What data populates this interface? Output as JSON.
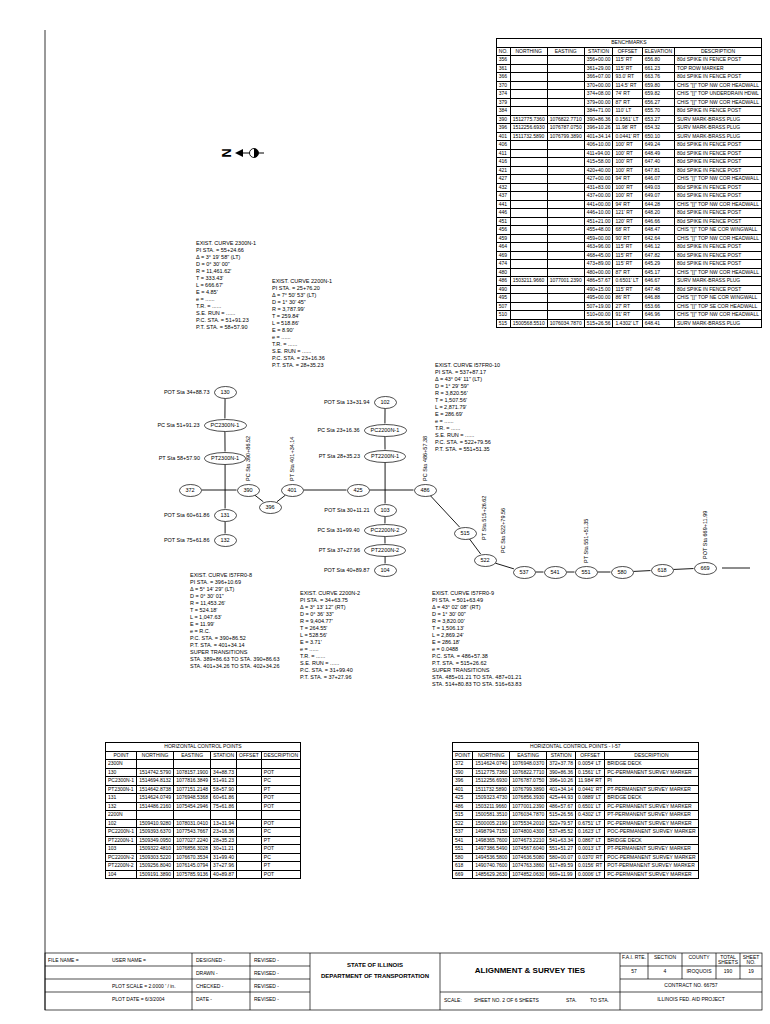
{
  "diagram": {
    "title": "ALIGNMENT & SURVEY TIES",
    "nodes": [
      {
        "text": [
          "130"
        ]
      },
      {
        "text": [
          "PC2300N-1"
        ]
      },
      {
        "text": [
          "PT2300N-1"
        ]
      },
      {
        "text": [
          "131"
        ]
      },
      {
        "text": [
          "132"
        ]
      },
      {
        "text": [
          "372"
        ]
      },
      {
        "text": [
          "390"
        ]
      },
      {
        "text": [
          "396"
        ]
      },
      {
        "text": [
          "401"
        ]
      },
      {
        "text": [
          "425"
        ]
      },
      {
        "text": [
          "486"
        ]
      },
      {
        "text": [
          "515"
        ]
      },
      {
        "text": [
          "522"
        ]
      },
      {
        "text": [
          "537"
        ]
      },
      {
        "text": [
          "541"
        ]
      },
      {
        "text": [
          "551"
        ]
      },
      {
        "text": [
          "580"
        ]
      },
      {
        "text": [
          "618"
        ]
      },
      {
        "text": [
          "669"
        ]
      },
      {
        "text": [
          "102"
        ]
      },
      {
        "text": [
          "PC2200N-1"
        ]
      },
      {
        "text": [
          "PT2200N-1"
        ]
      },
      {
        "text": [
          "103"
        ]
      },
      {
        "text": [
          "PC2200N-2"
        ]
      },
      {
        "text": [
          "PT2200N-2"
        ]
      },
      {
        "text": [
          "104"
        ]
      }
    ],
    "edges": [
      {
        "from": 0,
        "to": 1,
        "arrow": "none"
      },
      {
        "from": 1,
        "to": 2,
        "arrow": "none"
      },
      {
        "from": 2,
        "to": 3,
        "arrow": "none"
      },
      {
        "from": 3,
        "to": 4,
        "arrow": "none"
      },
      {
        "from": 5,
        "to": 6,
        "arrow": "none"
      },
      {
        "from": 6,
        "to": 7,
        "arrow": "none"
      },
      {
        "from": 7,
        "to": 8,
        "arrow": "none"
      },
      {
        "from": 8,
        "to": 9,
        "arrow": "none"
      },
      {
        "from": 9,
        "to": 10,
        "arrow": "none"
      },
      {
        "from": 10,
        "to": 11,
        "arrow": "none"
      },
      {
        "from": 11,
        "to": 12,
        "arrow": "none"
      },
      {
        "from": 12,
        "to": 13,
        "arrow": "none"
      },
      {
        "from": 13,
        "to": 14,
        "arrow": "none"
      },
      {
        "from": 14,
        "to": 15,
        "arrow": "none"
      },
      {
        "from": 15,
        "to": 16,
        "arrow": "none"
      },
      {
        "from": 16,
        "to": 17,
        "arrow": "none"
      },
      {
        "from": 17,
        "to": 18,
        "arrow": "none"
      },
      {
        "from": 19,
        "to": 20,
        "arrow": "none"
      },
      {
        "from": 20,
        "to": 21,
        "arrow": "none"
      },
      {
        "from": 21,
        "to": 22,
        "arrow": "none"
      },
      {
        "from": 22,
        "to": 23,
        "arrow": "none"
      },
      {
        "from": 23,
        "to": 24,
        "arrow": "none"
      },
      {
        "from": 24,
        "to": 25,
        "arrow": "none"
      }
    ],
    "labels": [
      "BENCHMARKS",
      "NO.",
      "NORTHING",
      "EASTING",
      "STATION",
      "OFFSET",
      "ELEVATION",
      "DESCRIPTION",
      "356",
      "356+00.00",
      "115' RT",
      "656.80",
      "80d SPIKE IN FENCE POST",
      "361",
      "361+29.00",
      "115' RT",
      "661.23",
      "TOP ROW MARKER",
      "366",
      "366+07.00",
      "93.0' RT",
      "663.76",
      "80d SPIKE IN FENCE POST",
      "370",
      "370+00.00",
      "114.5' RT",
      "659.80",
      "CHIS \"[]\" TOP NW COR HEADWALL",
      "374",
      "374+08.00",
      "74' RT",
      "659.82",
      "CHIS \"[]\" TOP UNDERDRAIN HDWL",
      "379",
      "379+00.00",
      "87' RT",
      "656.27",
      "CHIS \"[]\" TOP NW COR HEADWALL",
      "384",
      "384+71.00",
      "110' LT",
      "655.70",
      "80d SPIKE IN FENCE POST",
      "390",
      "1512775.7360",
      "1076822.7710",
      "390+86.36",
      "0.1561' LT",
      "653.27",
      "SURV MARK-BRASS PLUG",
      "396",
      "1512256.6930",
      "1076787.0750",
      "396+10.26",
      "11.98' RT",
      "654.32",
      "SURV MARK-BRASS PLUG",
      "401",
      "1511732.5890",
      "1076799.3890",
      "401+34.14",
      "0.0441' RT",
      "650.10",
      "SURV MARK-BRASS PLUG",
      "406",
      "406+10.00",
      "100' RT",
      "649.24",
      "80d SPIKE IN FENCE POST",
      "411",
      "411+94.00",
      "100' RT",
      "648.49",
      "80d SPIKE IN FENCE POST",
      "416",
      "415+58.00",
      "100' RT",
      "647.40",
      "80d SPIKE IN FENCE POST",
      "421",
      "420+40.00",
      "100' RT",
      "647.81",
      "80d SPIKE IN FENCE POST",
      "427",
      "427+00.00",
      "94' RT",
      "646.07",
      "CHIS \"[]\" TOP NW COR HEADWALL",
      "432",
      "431+83.00",
      "100' RT",
      "649.03",
      "80d SPIKE IN FENCE POST",
      "437",
      "437+00.00",
      "100' RT",
      "649.07",
      "80d SPIKE IN FENCE POST",
      "441",
      "441+00.00",
      "94' RT",
      "644.28",
      "CHIS \"[]\" TOP NW COR HEADWALL",
      "446",
      "446+10.00",
      "121' RT",
      "648.20",
      "80d SPIKE IN FENCE POST",
      "451",
      "451+21.00",
      "120' RT",
      "646.66",
      "80d SPIKE IN FENCE POST",
      "456",
      "455+48.00",
      "68' RT",
      "648.47",
      "CHIS \"[]\" TOP NE COR WINGWALL",
      "459",
      "459+00.00",
      "90' RT",
      "642.64",
      "CHIS \"[]\" TOP NW COR HEADWALL",
      "464",
      "463+96.00",
      "115' RT",
      "646.12",
      "80d SPIKE IN FENCE POST",
      "469",
      "468+45.00",
      "115' RT",
      "647.82",
      "80d SPIKE IN FENCE POST",
      "474",
      "473+89.00",
      "115' RT",
      "645.29",
      "80d SPIKE IN FENCE POST",
      "480",
      "480+00.00",
      "87' RT",
      "645.17",
      "CHIS \"[]\" TOP NW COR HEADWALL",
      "486",
      "1503211.9660",
      "1077001.2390",
      "486+57.67",
      "0.6501' LT",
      "646.67",
      "SURV MARK-BRASS PLUG",
      "490",
      "490+15.00",
      "115' RT",
      "647.48",
      "80d SPIKE IN FENCE POST",
      "495",
      "495+00.00",
      "86' RT",
      "646.88",
      "CHIS \"[]\" TOP NE COR WINGWALL",
      "507",
      "507+19.00",
      "27' RT",
      "653.66",
      "CHIS \"[]\" TOP SE COR HEADWALL",
      "510",
      "510+00.00",
      "91' RT",
      "646.96",
      "CHIS \"[]\" TOP NW COR HEADWALL",
      "515",
      "1500568.5510",
      "1076034.7870",
      "515+26.56",
      "1.4302' LT",
      "648.41",
      "SURV MARK-BRASS PLUG",
      "N",
      "EXIST. CURVE 2300N-1",
      "PI STA. = 55+24.66",
      "Δ = 3° 19' 58\" (LT)",
      "D = 0° 30' 00\"",
      "R = 11,461.62'",
      "T = 333.43'",
      "L = 666.67'",
      "E = 4.85'",
      "e = ......",
      "T.R. = ......",
      "S.E. RUN = ......",
      "P.C. STA. = 51+91.23",
      "P.T. STA. = 58+57.90",
      "EXIST. CURVE 2200N-1",
      "PI STA. = 25+76.20",
      "Δ = 7° 50' 53\" (LT)",
      "D = 1° 30' 45\"",
      "R = 3,787.99'",
      "T = 259.84'",
      "L = 518.86'",
      "E = 8.90'",
      "e = ......",
      "T.R. = ......",
      "S.E. RUN = ......",
      "P.C. STA. = 23+16.36",
      "P.T. STA. = 28+35.23",
      "EXIST. CURVE I57FR0-10",
      "PI STA. = 537+87.17",
      "Δ = 43° 04' 11\" (LT)",
      "D = 1° 29' 59\"",
      "R = 3,820.56'",
      "T = 1,507.56'",
      "L = 2,871.79'",
      "E = 286.69'",
      "e = ......",
      "T.R. = ......",
      "S.E. RUN = ......",
      "P.C. STA. = 522+79.56",
      "P.T. STA. = 551+51.35",
      "EXIST. CURVE I57FR0-8",
      "PI STA. = 396+10.69",
      "Δ = 5° 14' 29\" (LT)",
      "D = 0° 30' 01\"",
      "R = 11,453.26'",
      "T = 524.18'",
      "L = 1,047.63'",
      "E = 11.99'",
      "e = R.C.",
      "P.C. STA. = 390+86.52",
      "P.T. STA. = 401+34.14",
      "SUPER TRANSITIONS",
      "STA. 389+86.63 TO STA. 390+86.63",
      "STA. 401+34.26 TO STA. 402+34.26",
      "EXIST. CURVE 2200N-2",
      "PI STA. = 34+63.75",
      "Δ = 3° 13' 12\" (RT)",
      "D = 0° 36' 33\"",
      "R = 9,404.77'",
      "T = 264.55'",
      "L = 528.56'",
      "E = 3.71'",
      "e = ......",
      "T.R. = ......",
      "S.E. RUN = ......",
      "P.C. STA. = 31+99.40",
      "P.T. STA. = 37+27.96",
      "EXIST. CURVE I57FR0-9",
      "PI STA. = 501+63.49",
      "Δ = 43° 02' 08\" (RT)",
      "D = 1° 30' 00\"",
      "R = 3,820.00'",
      "T = 1,506.13'",
      "L = 2,869.24'",
      "E = 286.18'",
      "e = 0.0488",
      "P.C. STA. = 486+57.38",
      "P.T. STA. = 515+26.62",
      "SUPER TRANSITIONS",
      "STA. 485+01.21 TO STA. 487+01.21",
      "STA. 514+80.83 TO STA. 516+63.83",
      "POT Sta 34+88.73",
      "PC Sta 51+91.23",
      "PT Sta 58+57.90",
      "POT Sta 60+61.86",
      "POT Sta 75+61.86",
      "POT Sta 13+31.94",
      "PC Sta 23+16.36",
      "PT Sta 28+35.23",
      "POT Sta 30+11.21",
      "PC Sta 31+99.40",
      "PT Sta 37+27.96",
      "POT Sta 40+89.87",
      "PC Sta 390+86.52",
      "PT Sta 401+34.14",
      "PC Sta 486+57.38",
      "PT Sta 515+26.62",
      "PC Sta 522+79.56",
      "PT Sta 551+51.35",
      "POT Sta 669+11.99",
      "HORIZONTAL CONTROL POINTS",
      "POINT",
      "NORTHING",
      "EASTING",
      "STATION",
      "OFFSET",
      "DESCRIPTION",
      "2300N",
      "130",
      "1514742.5790",
      "1078157.1900",
      "34+88.73",
      "POT",
      "PC2300N-1",
      "1514694.8132",
      "1077816.3849",
      "51+91.23",
      "PC",
      "PT2300N-1",
      "1514642.8738",
      "1077151.2148",
      "58+57.90",
      "PT",
      "131",
      "1514624.0749",
      "1076948.5368",
      "60+61.86",
      "POT",
      "132",
      "1514486.2160",
      "1075454.2946",
      "75+61.86",
      "POT",
      "2200N",
      "102",
      "1509410.9280",
      "1078031.0410",
      "13+31.94",
      "POT",
      "PC2200N-1",
      "1509393.6370",
      "1077543.7667",
      "23+16.36",
      "PC",
      "PT2200N-1",
      "1509349.0950",
      "1077027.2240",
      "28+35.23",
      "PT",
      "103",
      "1509322.4810",
      "1076856.3028",
      "30+11.21",
      "POT",
      "PC2200N-2",
      "1509303.5220",
      "1076670.3534",
      "31+99.40",
      "PC",
      "PT2200N-2",
      "1509256.8040",
      "1076145.0794",
      "37+27.96",
      "PT",
      "104",
      "1509191.3890",
      "1075785.9136",
      "40+89.87",
      "POT",
      "HORIZONTAL CONTROL POINTS - I-57",
      "POINT",
      "NORTHING",
      "EASTING",
      "STATION",
      "OFFSET",
      "DESCRIPTION",
      "372",
      "1514624.0740",
      "1076948.0370",
      "372+37.78",
      "0.0054' LT",
      "BRIDGE DECK",
      "390",
      "1512775.7360",
      "1076822.7710",
      "390+86.36",
      "0.1561' LT",
      "PC-PERMANENT SURVEY MARKER",
      "396",
      "1512256.6930",
      "1076787.0750",
      "396+10.26",
      "11.984' RT",
      "PI",
      "401",
      "1511732.5890",
      "1076799.3890",
      "401+34.14",
      "0.0441' RT",
      "PT-PERMANENT SURVEY MARKER",
      "425",
      "1509323.4730",
      "1076856.3930",
      "425+44.93",
      "0.0889' LT",
      "BRIDGE DECK",
      "486",
      "1503211.9660",
      "1077001.2390",
      "486+57.67",
      "0.6501' LT",
      "PC-PERMANENT SURVEY MARKER",
      "515",
      "1500581.3510",
      "1076034.7870",
      "515+26.56",
      "0.4302' LT",
      "PT-PERMANENT SURVEY MARKER",
      "522",
      "1500005.2190",
      "1075534.2010",
      "522+79.57",
      "0.6751' LT",
      "PC-PERMANENT SURVEY MARKER",
      "537",
      "1498794.7150",
      "1074800.4300",
      "537+85.52",
      "0.1623' LT",
      "POC-PERMANENT SURVEY MARKER",
      "541",
      "1498365.7600",
      "1074673.2210",
      "541+63.34",
      "0.0867' LT",
      "BRIDGE DECK",
      "551",
      "1497386.5490",
      "1074567.6040",
      "551+51.27",
      "0.0013' LT",
      "PT-PERMANENT SURVEY MARKER",
      "580",
      "1494536.5800",
      "1074636.5080",
      "580+00.07",
      "0.0370' RT",
      "POC-PERMANENT SURVEY MARKER",
      "618",
      "1490740.7600",
      "1074763.3860",
      "617+89.59",
      "0.0156' RT",
      "POT-PERMANENT SURVEY MARKER",
      "669",
      "1485629.2630",
      "1074852.0630",
      "669+11.99",
      "0.0006' LT",
      "PC-PERMANENT SURVEY MARKER",
      "FILE NAME =",
      "USER NAME =",
      "PLOT SCALE = 2.0000 ' / in.",
      "PLOT DATE = 6/3/2004",
      "DESIGNED -",
      "DRAWN -",
      "CHECKED -",
      "DATE -",
      "REVISED -",
      "REVISED -",
      "REVISED -",
      "REVISED -",
      "STATE OF ILLINOIS",
      "DEPARTMENT OF TRANSPORTATION",
      "SCALE:",
      "SHEET NO. 2 OF 6 SHEETS",
      "STA.",
      "TO STA.",
      "F.A.I. RTE.",
      "SECTION",
      "COUNTY",
      "TOTAL SHEETS",
      "SHEET NO.",
      "57",
      "4",
      "IROQUOIS",
      "190",
      "19",
      "ILLINOIS FED. AID PROJECT",
      "CONTRACT NO. 66757"
    ]
  }
}
